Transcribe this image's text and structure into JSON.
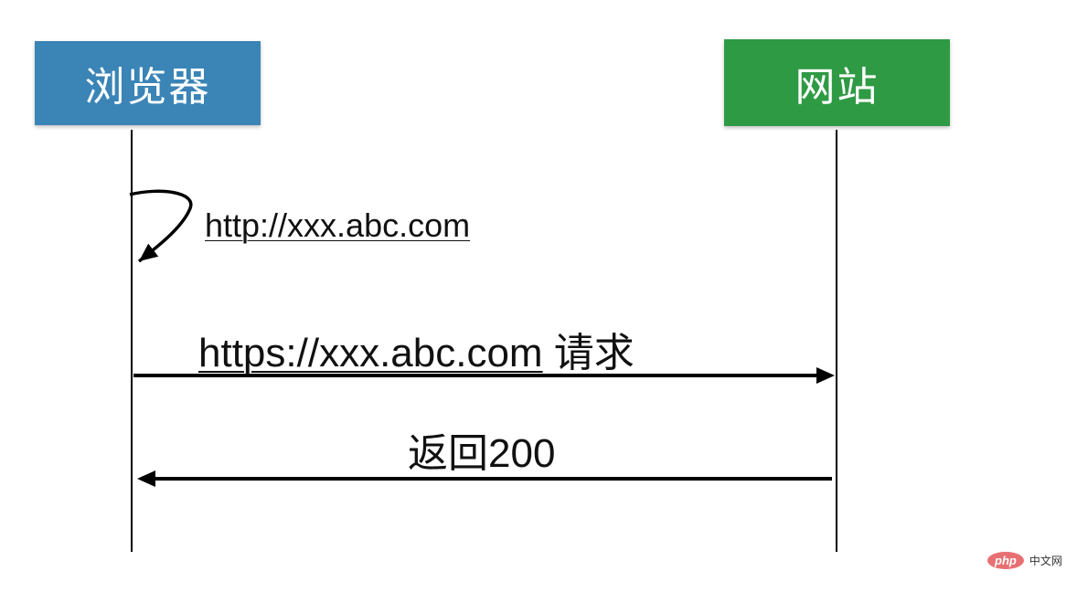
{
  "actors": {
    "browser": {
      "label": "浏览器",
      "color": "#3a84b6"
    },
    "website": {
      "label": "网站",
      "color": "#2f9a44"
    }
  },
  "messages": {
    "self_call": {
      "label": "http://xxx.abc.com",
      "from": "browser",
      "to": "browser"
    },
    "request": {
      "url": "https://xxx.abc.com",
      "suffix": " 请求",
      "from": "browser",
      "to": "website"
    },
    "response": {
      "label": "返回200",
      "from": "website",
      "to": "browser"
    }
  },
  "watermark": {
    "logo": "php",
    "text": "中文网"
  }
}
